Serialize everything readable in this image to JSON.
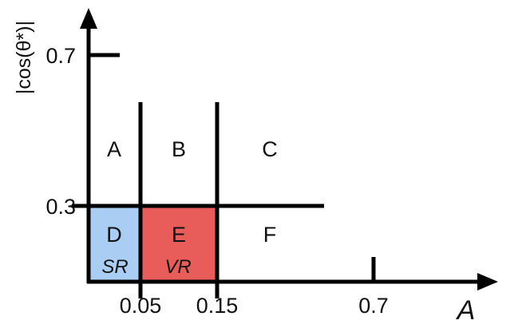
{
  "axes": {
    "x_title": "A",
    "y_title": "|cos(θ*)|",
    "x_ticks": [
      "0.05",
      "0.15",
      "0.7"
    ],
    "y_ticks": [
      "0.7",
      "0.3"
    ]
  },
  "regions": [
    {
      "letter": "A",
      "sub": ""
    },
    {
      "letter": "B",
      "sub": ""
    },
    {
      "letter": "C",
      "sub": ""
    },
    {
      "letter": "D",
      "sub": "SR"
    },
    {
      "letter": "E",
      "sub": "VR"
    },
    {
      "letter": "F",
      "sub": ""
    }
  ],
  "colors": {
    "region_D": "#a9cdf3",
    "region_E": "#e85c59",
    "lines": "#000000"
  }
}
